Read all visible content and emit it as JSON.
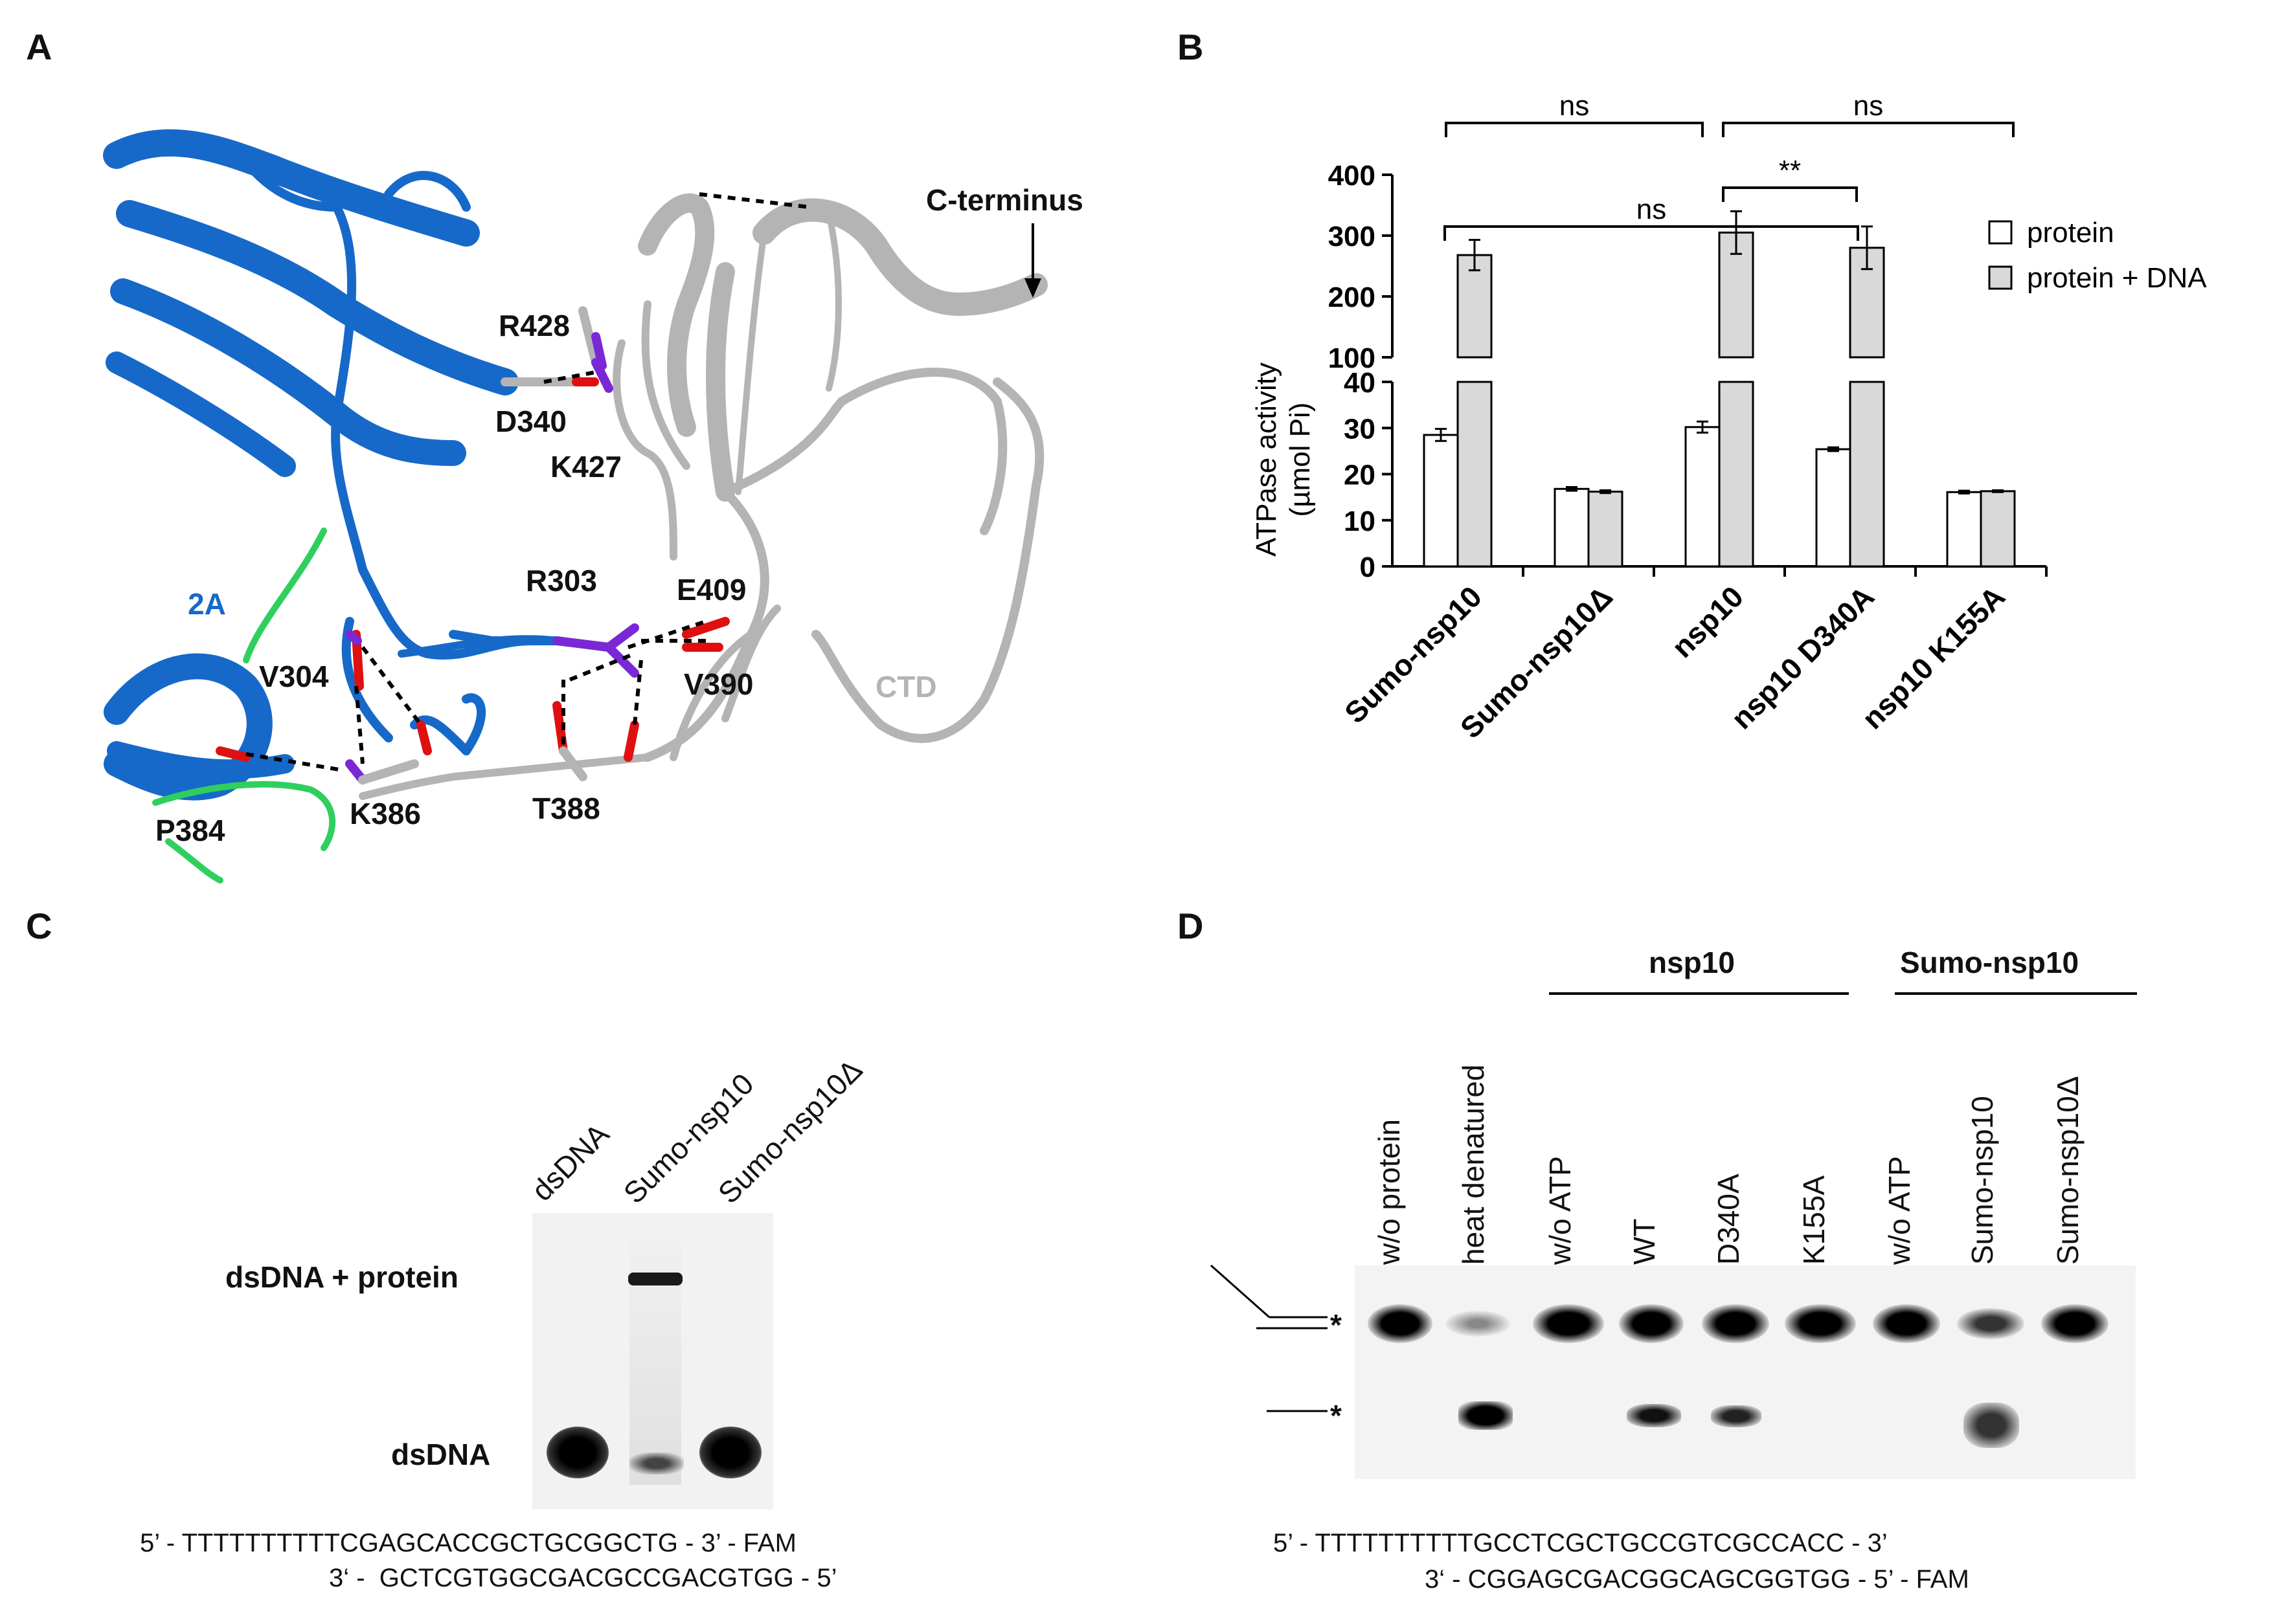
{
  "panels": {
    "A": "A",
    "B": "B",
    "C": "C",
    "D": "D"
  },
  "panelA": {
    "residues": [
      "C-terminus",
      "R428",
      "D340",
      "K427",
      "R303",
      "E409",
      "2A",
      "V304",
      "V390",
      "CTD",
      "K386",
      "T388",
      "P384"
    ]
  },
  "chart_data": {
    "type": "bar",
    "categories": [
      "Sumo-nsp10",
      "Sumo-nsp10Δ",
      "nsp10",
      "nsp10 D340A",
      "nsp10 K155A"
    ],
    "series": [
      {
        "name": "protein",
        "values": [
          28.5,
          16.8,
          30.2,
          25.4,
          16.1
        ],
        "errors": [
          1.3,
          0.4,
          1.2,
          0.4,
          0.3
        ]
      },
      {
        "name": "protein + DNA",
        "values": [
          268,
          16.2,
          305,
          280,
          16.3
        ],
        "errors": [
          25,
          0.3,
          35,
          35,
          0.2
        ]
      }
    ],
    "ylabel": "ATPase activity",
    "ylabel_unit": "(µmol Pi)",
    "y_broken_axis": {
      "lower": [
        0,
        40
      ],
      "upper": [
        100,
        400
      ]
    },
    "yticks_lower": [
      "0",
      "10",
      "20",
      "30",
      "40"
    ],
    "yticks_upper": [
      "100",
      "200",
      "300",
      "400"
    ],
    "legend_position": "right",
    "significance": [
      {
        "from": "Sumo-nsp10",
        "to": "nsp10",
        "label": "ns"
      },
      {
        "from": "Sumo-nsp10",
        "to": "nsp10 D340A",
        "label": "ns"
      },
      {
        "from": "nsp10",
        "to": "nsp10 K155A",
        "label": "ns"
      },
      {
        "from": "nsp10",
        "to": "nsp10 D340A",
        "label": "**"
      }
    ]
  },
  "panelC": {
    "lanes": [
      "dsDNA",
      "Sumo-nsp10",
      "Sumo-nsp10Δ"
    ],
    "band_labels": [
      "dsDNA + protein",
      "dsDNA"
    ],
    "seq_top": "5’ - TTTTTTTTTTCGAGCACCGCTGCGGCTG - 3’ - FAM",
    "seq_bottom": "3‘ -  GCTCGTGGCGACGCCGACGTGG - 5’"
  },
  "panelD": {
    "group1": "nsp10",
    "group2": "Sumo-nsp10",
    "lanes": [
      "w/o protein",
      "heat denatured",
      "w/o ATP",
      "WT",
      "D340A",
      "K155A",
      "w/o ATP",
      "Sumo-nsp10",
      "Sumo-nsp10Δ"
    ],
    "star": "*",
    "seq_top": "5’ - TTTTTTTTTTGCCTCGCTGCCGTCGCCACC - 3’",
    "seq_bottom": "3‘ - CGGAGCGACGGCAGCGGTGG - 5’ - FAM"
  },
  "colors": {
    "blue": "#1669c9",
    "grey": "#b4b4b4",
    "green": "#2fcf5e",
    "red": "#e01010",
    "purple": "#7a28d6",
    "bar_fill": "#d9d9d9"
  }
}
